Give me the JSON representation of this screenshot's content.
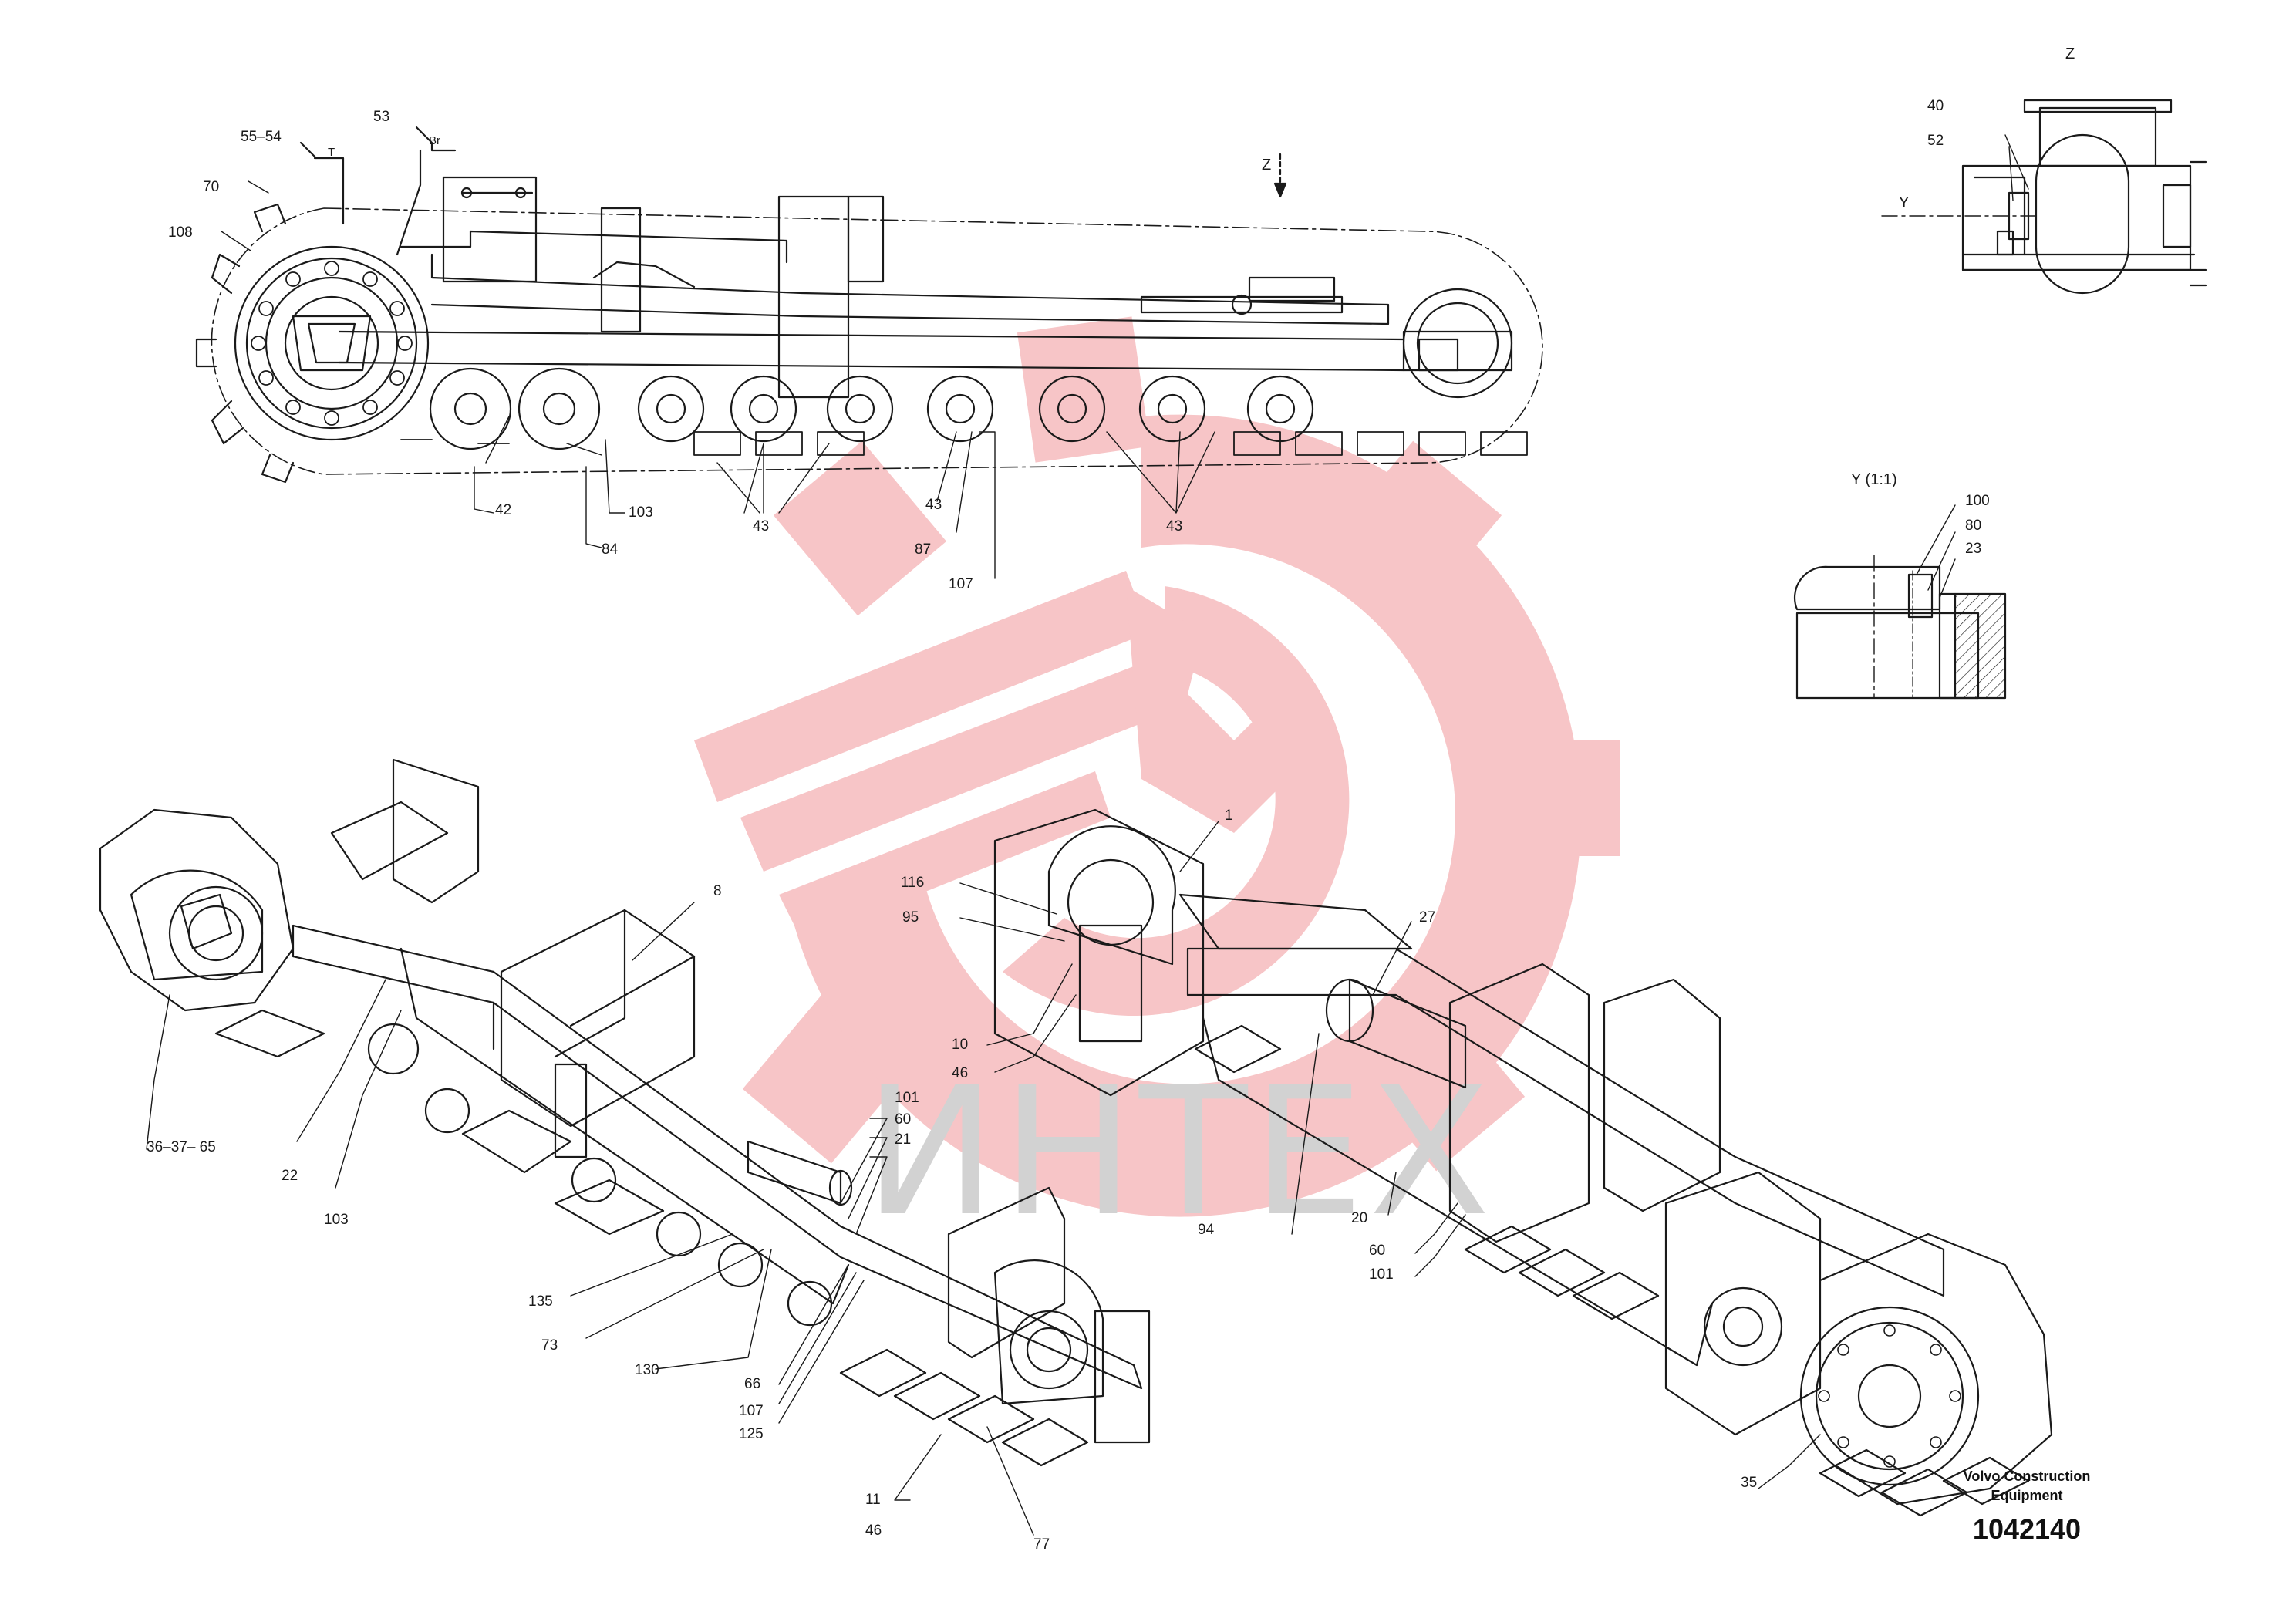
{
  "watermark": {
    "text": "ИНТЕХ",
    "color": "#f2a7aa"
  },
  "views": {
    "z_title": "Z",
    "z_arrow": "Z",
    "y_title": "Y (1:1)",
    "y_marker": "Y"
  },
  "callouts_top": [
    "55–54",
    "T",
    "53",
    "Br",
    "70",
    "108",
    "42",
    "103",
    "84",
    "43",
    "43",
    "87",
    "107",
    "43"
  ],
  "callouts_z": [
    "40",
    "52"
  ],
  "callouts_y": [
    "100",
    "80",
    "23"
  ],
  "callouts_left": [
    "8",
    "36–37– 65",
    "22",
    "103",
    "101",
    "60",
    "21",
    "135",
    "73",
    "130",
    "66",
    "107",
    "125",
    "11",
    "46",
    "77"
  ],
  "callouts_right": [
    "1",
    "116",
    "95",
    "10",
    "46",
    "27",
    "94",
    "20",
    "60",
    "101",
    "35"
  ],
  "title_block": {
    "maker_line1": "Volvo Construction",
    "maker_line2": "Equipment",
    "number": "1042140"
  },
  "colors": {
    "line": "#1a1a1a",
    "watermark": "#f2a7aa",
    "watermark_text": "#d2d2d2"
  }
}
